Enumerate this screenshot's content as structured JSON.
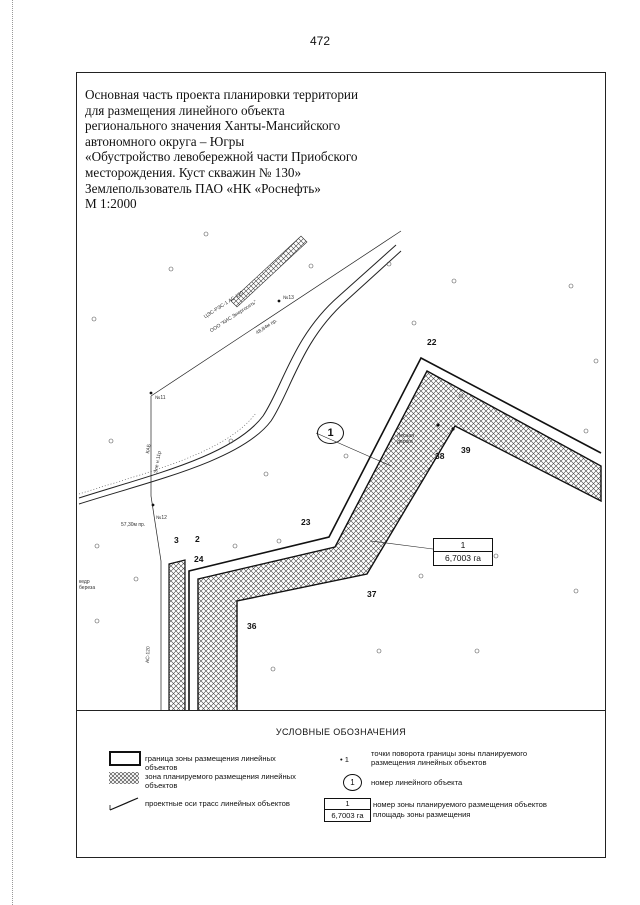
{
  "page_number": "472",
  "title_lines": [
    "Основная часть проекта планировки территории",
    "для размещения линейного объекта",
    "регионального значения Ханты-Мансийского",
    "автономного округа – Югры",
    "«Обустройство левобережной части Приобского",
    "месторождения. Куст скважин № 130»",
    "Землепользователь ПАО «НК «Роснефть»",
    "М 1:2000"
  ],
  "map": {
    "point_labels": {
      "p22": "22",
      "p23": "23",
      "p24": "24",
      "p2": "2",
      "p3": "3",
      "p36": "36",
      "p37": "37",
      "p38": "38",
      "p39": "39"
    },
    "object_number": "1",
    "zone_box": {
      "number": "1",
      "area": "6,7003 га"
    },
    "small_labels": {
      "a": "ЦЭС-РЭС-1  АС-120",
      "b": "ООО \"КИС Энергосеть\"",
      "c": "48,84м пр.",
      "d": "57,30м пр.",
      "e": "№11",
      "f": "№12",
      "g": "№13",
      "h": "кедр береза",
      "i": "КАБ",
      "j": "Эле н.11р",
      "k": "АС-120",
      "l": "Лесная дорога"
    }
  },
  "legend": {
    "title": "УСЛОВНЫЕ ОБОЗНАЧЕНИЯ",
    "boundary": "граница зоны размещения линейных объектов",
    "zone": "зона планируемого размещения линейных объектов",
    "axes": "проектные оси трасс линейных объектов",
    "points_symbol": "• 1",
    "points": "точки поворота границы зоны планируемого размещения линейных объектов",
    "object_symbol": "1",
    "object": "номер линейного объекта",
    "zone_box_number": "1",
    "zone_box_area": "6,7003 га",
    "zone_number": "номер зоны планируемого размещения объектов",
    "zone_area": "площадь зоны размещения"
  }
}
